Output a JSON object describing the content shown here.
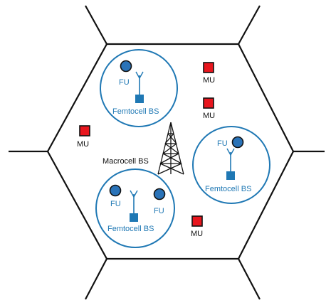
{
  "colors": {
    "outline": "#111111",
    "femto_blue": "#1f78b4",
    "fu_fill": "#2a73b8",
    "mu_fill": "#e8161e"
  },
  "labels": {
    "macrocell": "Macrocell BS",
    "femtocell_1": "Femtocell BS",
    "femtocell_2": "Femtocell BS",
    "femtocell_3": "Femtocell BS",
    "fu_1": "FU",
    "fu_2": "FU",
    "fu_3a": "FU",
    "fu_3b": "FU",
    "mu_1": "MU",
    "mu_2": "MU",
    "mu_3": "MU",
    "mu_4": "MU"
  },
  "icons": {
    "macro_tower": "lattice-tower-icon",
    "femto_bs": "antenna-box-icon",
    "fu": "blue-circle-icon",
    "mu": "red-square-icon"
  }
}
